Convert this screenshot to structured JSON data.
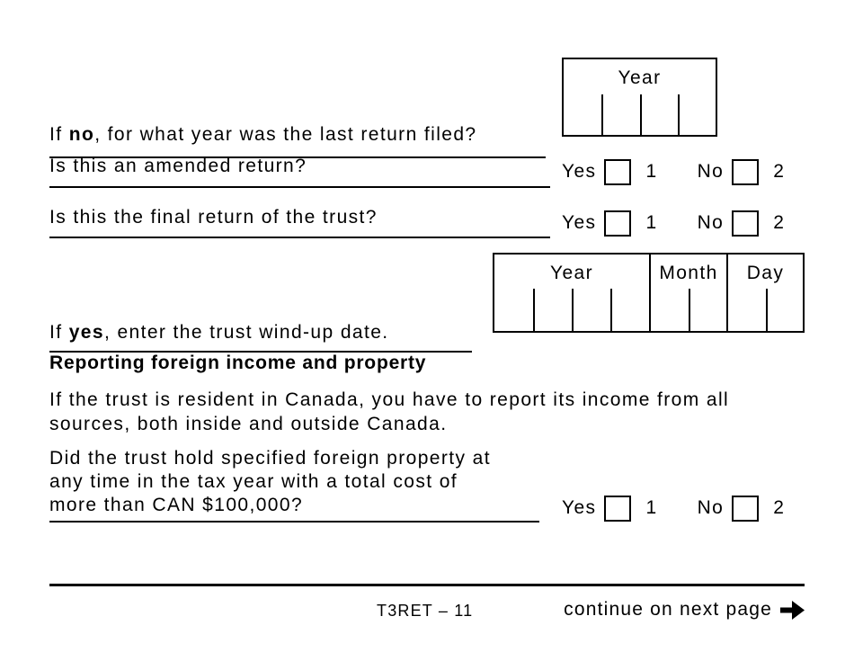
{
  "page": {
    "questions": {
      "last_return_year": {
        "prefix": "If ",
        "bold": "no",
        "suffix": ", for what year was the last return filed?"
      },
      "amended_return": "Is this an amended return?",
      "final_return": "Is this the final return of the trust?",
      "windup_date": {
        "prefix": "If ",
        "bold": "yes",
        "suffix": ", enter the trust wind-up date."
      },
      "foreign_property": "Did the trust hold specified foreign property at\nany time in the tax year with a total cost of\nmore than CAN $100,000?"
    },
    "yes_no": {
      "yes": "Yes",
      "yes_code": "1",
      "no": "No",
      "no_code": "2"
    },
    "year_box": {
      "label": "Year"
    },
    "date_box": {
      "year": "Year",
      "month": "Month",
      "day": "Day"
    },
    "section": {
      "heading": "Reporting foreign income and property",
      "body": "If the trust is resident in Canada, you have to report its income from all\nsources, both inside and outside Canada."
    },
    "footer": {
      "form_code": "T3RET – 11",
      "continue": "continue on next page"
    },
    "colors": {
      "ink": "#000000",
      "paper": "#ffffff"
    }
  }
}
